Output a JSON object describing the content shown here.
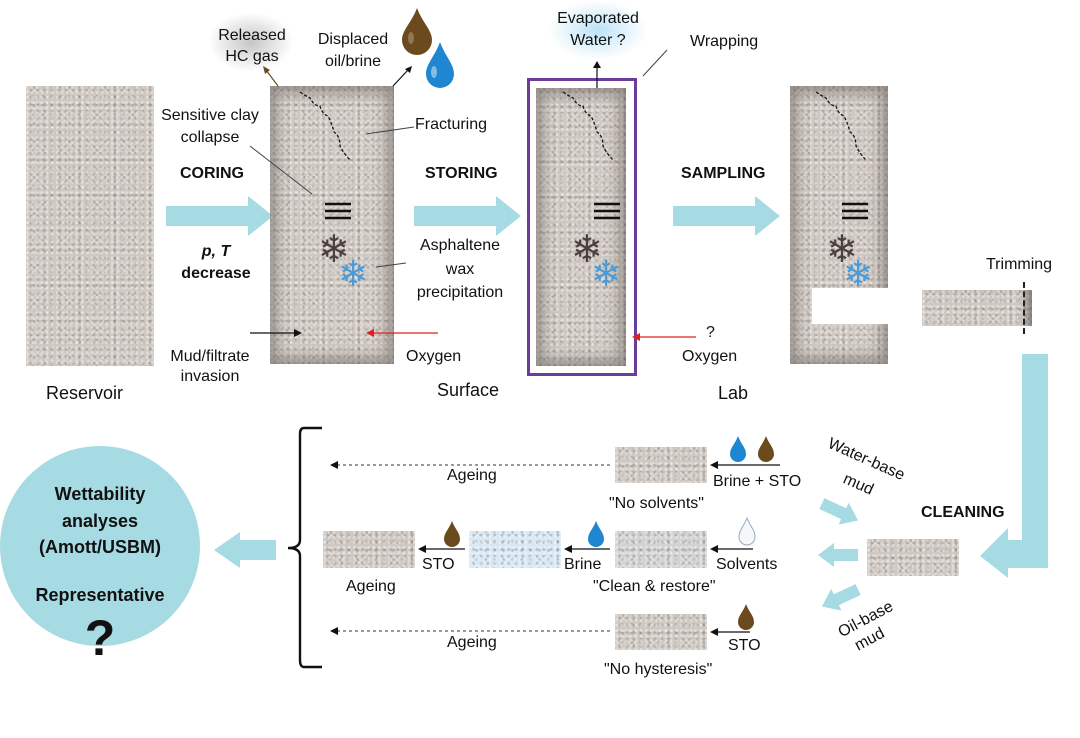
{
  "stages": {
    "reservoir": "Reservoir",
    "surface": "Surface",
    "lab": "Lab"
  },
  "processes": {
    "coring": "CORING",
    "storing": "STORING",
    "sampling": "SAMPLING",
    "cleaning": "CLEANING",
    "trimming": "Trimming"
  },
  "labels": {
    "pt": "p, T",
    "decrease": "decrease",
    "released_1": "Released",
    "released_2": "HC gas",
    "displaced_1": "Displaced",
    "displaced_2": "oil/brine",
    "clay_1": "Sensitive clay",
    "clay_2": "collapse",
    "fracturing": "Fracturing",
    "asph_1": "Asphaltene",
    "asph_2": "wax",
    "asph_3": "precipitation",
    "mud_1": "Mud/filtrate",
    "mud_2": "invasion",
    "oxygen": "Oxygen",
    "oxygen_q": "?",
    "evap_1": "Evaporated",
    "evap_2": "Water ?",
    "wrapping": "Wrapping",
    "water_base_1": "Water-base",
    "water_base_2": "mud",
    "oil_base_1": "Oil-base",
    "oil_base_2": "mud"
  },
  "routes": {
    "no_solvents": {
      "label": "\"No solvents\"",
      "input": "Brine + STO",
      "step": "Ageing"
    },
    "clean_restore": {
      "label": "\"Clean & restore\"",
      "input": "Solvents",
      "brine": "Brine",
      "sto": "STO",
      "step": "Ageing"
    },
    "no_hysteresis": {
      "label": "\"No hysteresis\"",
      "input": "STO",
      "step": "Ageing"
    }
  },
  "result": {
    "line1": "Wettability",
    "line2": "analyses",
    "line3": "(Amott/USBM)",
    "line4": "Representative",
    "q": "?"
  },
  "colors": {
    "arrow_blue": "#a6dbe4",
    "wrap_purple": "#6a3d9a",
    "oil_brown": "#6b4a1e",
    "brine_blue": "#1f86d1",
    "oxygen_red": "#e02020",
    "circle_blue": "#a6dbe4"
  }
}
